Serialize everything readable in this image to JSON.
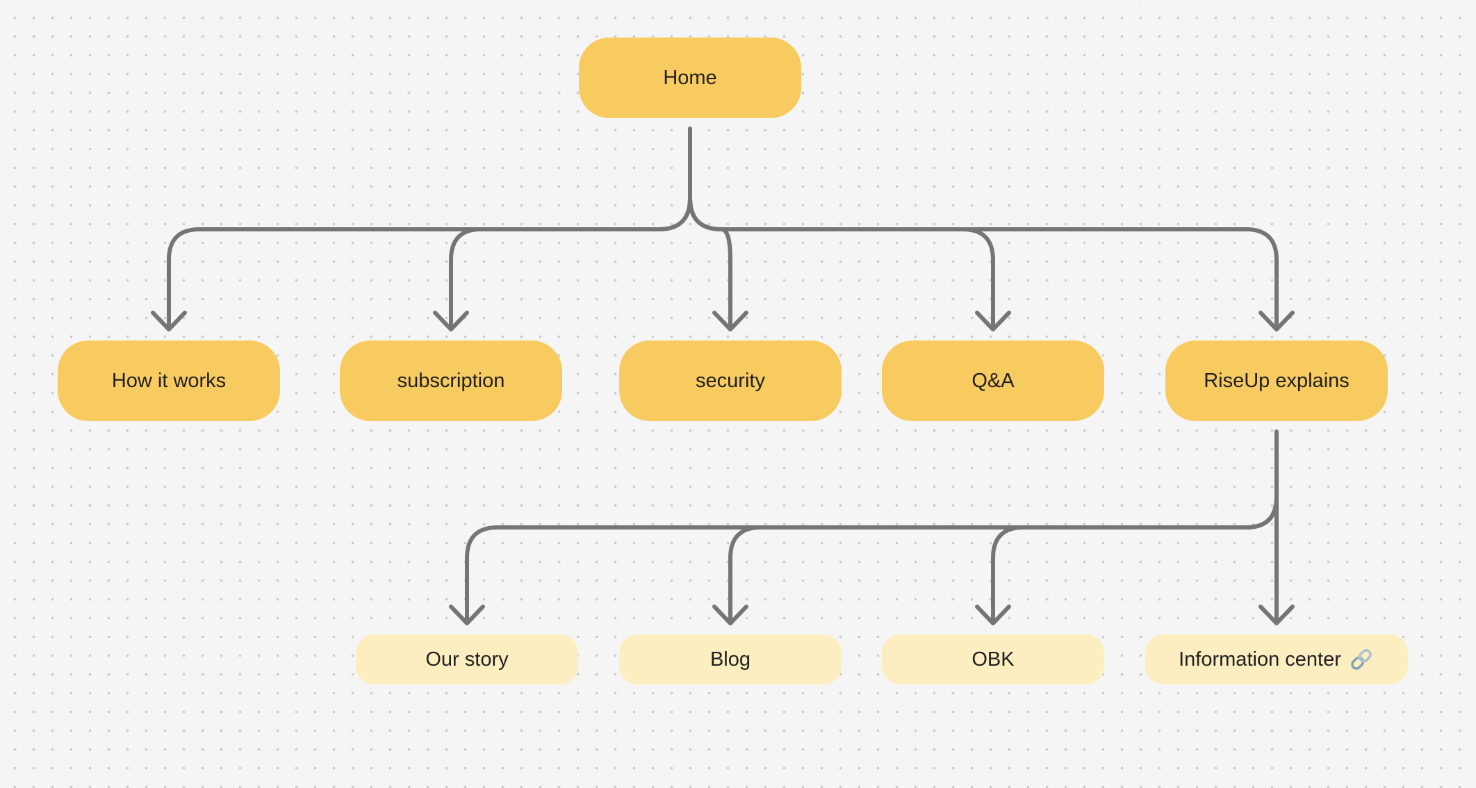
{
  "diagram": {
    "root": {
      "label": "Home"
    },
    "level1": [
      {
        "label": "How it works"
      },
      {
        "label": "subscription"
      },
      {
        "label": "security"
      },
      {
        "label": "Q&A"
      },
      {
        "label": "RiseUp explains"
      }
    ],
    "level2": [
      {
        "label": "Our story"
      },
      {
        "label": "Blog"
      },
      {
        "label": "OBK"
      },
      {
        "label": "Information center",
        "icon": "link-icon"
      }
    ]
  },
  "colors": {
    "primary_node": "#f8cb60",
    "secondary_node": "#fdeec2",
    "connector": "#757575",
    "background": "#f5f5f5"
  }
}
